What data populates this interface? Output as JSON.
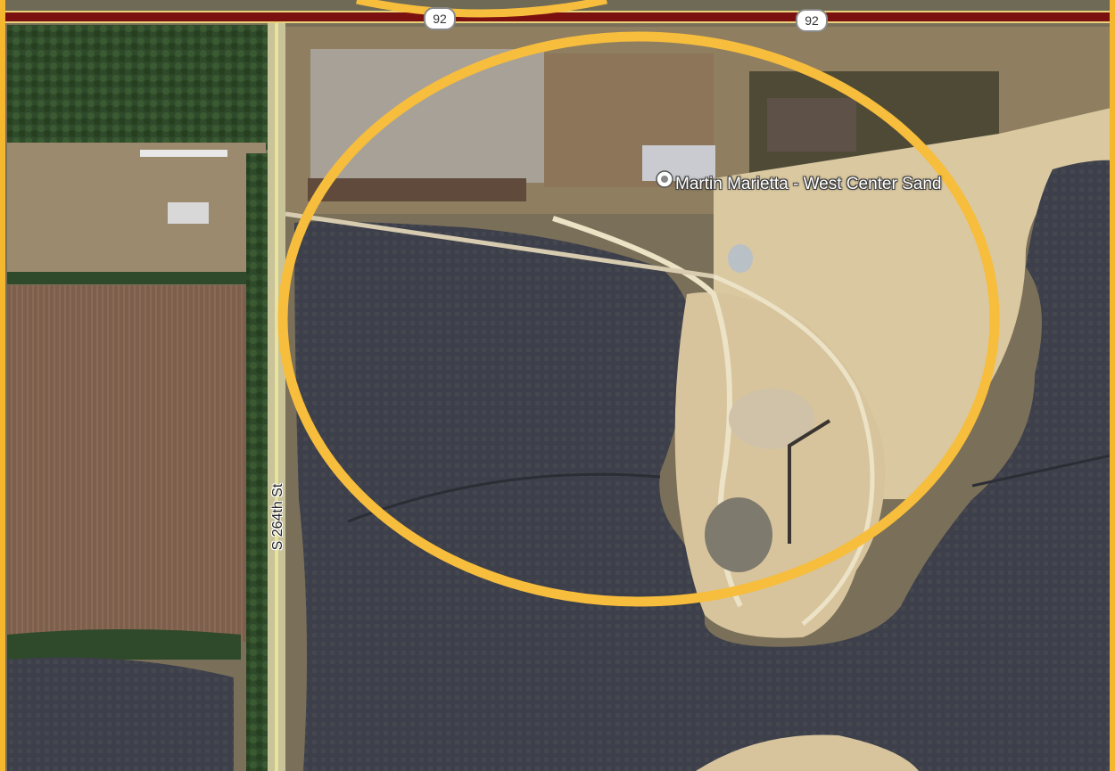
{
  "map": {
    "place_label": "Martin Marietta -  West Center Sand",
    "street_label": "S 264th St",
    "highway_shields": [
      "92",
      "92"
    ],
    "highlight_color": "#f7bd3c",
    "highway_color": "#7a1010",
    "water_color": "#3d3f4a",
    "sand_color": "#d9c7a0"
  }
}
